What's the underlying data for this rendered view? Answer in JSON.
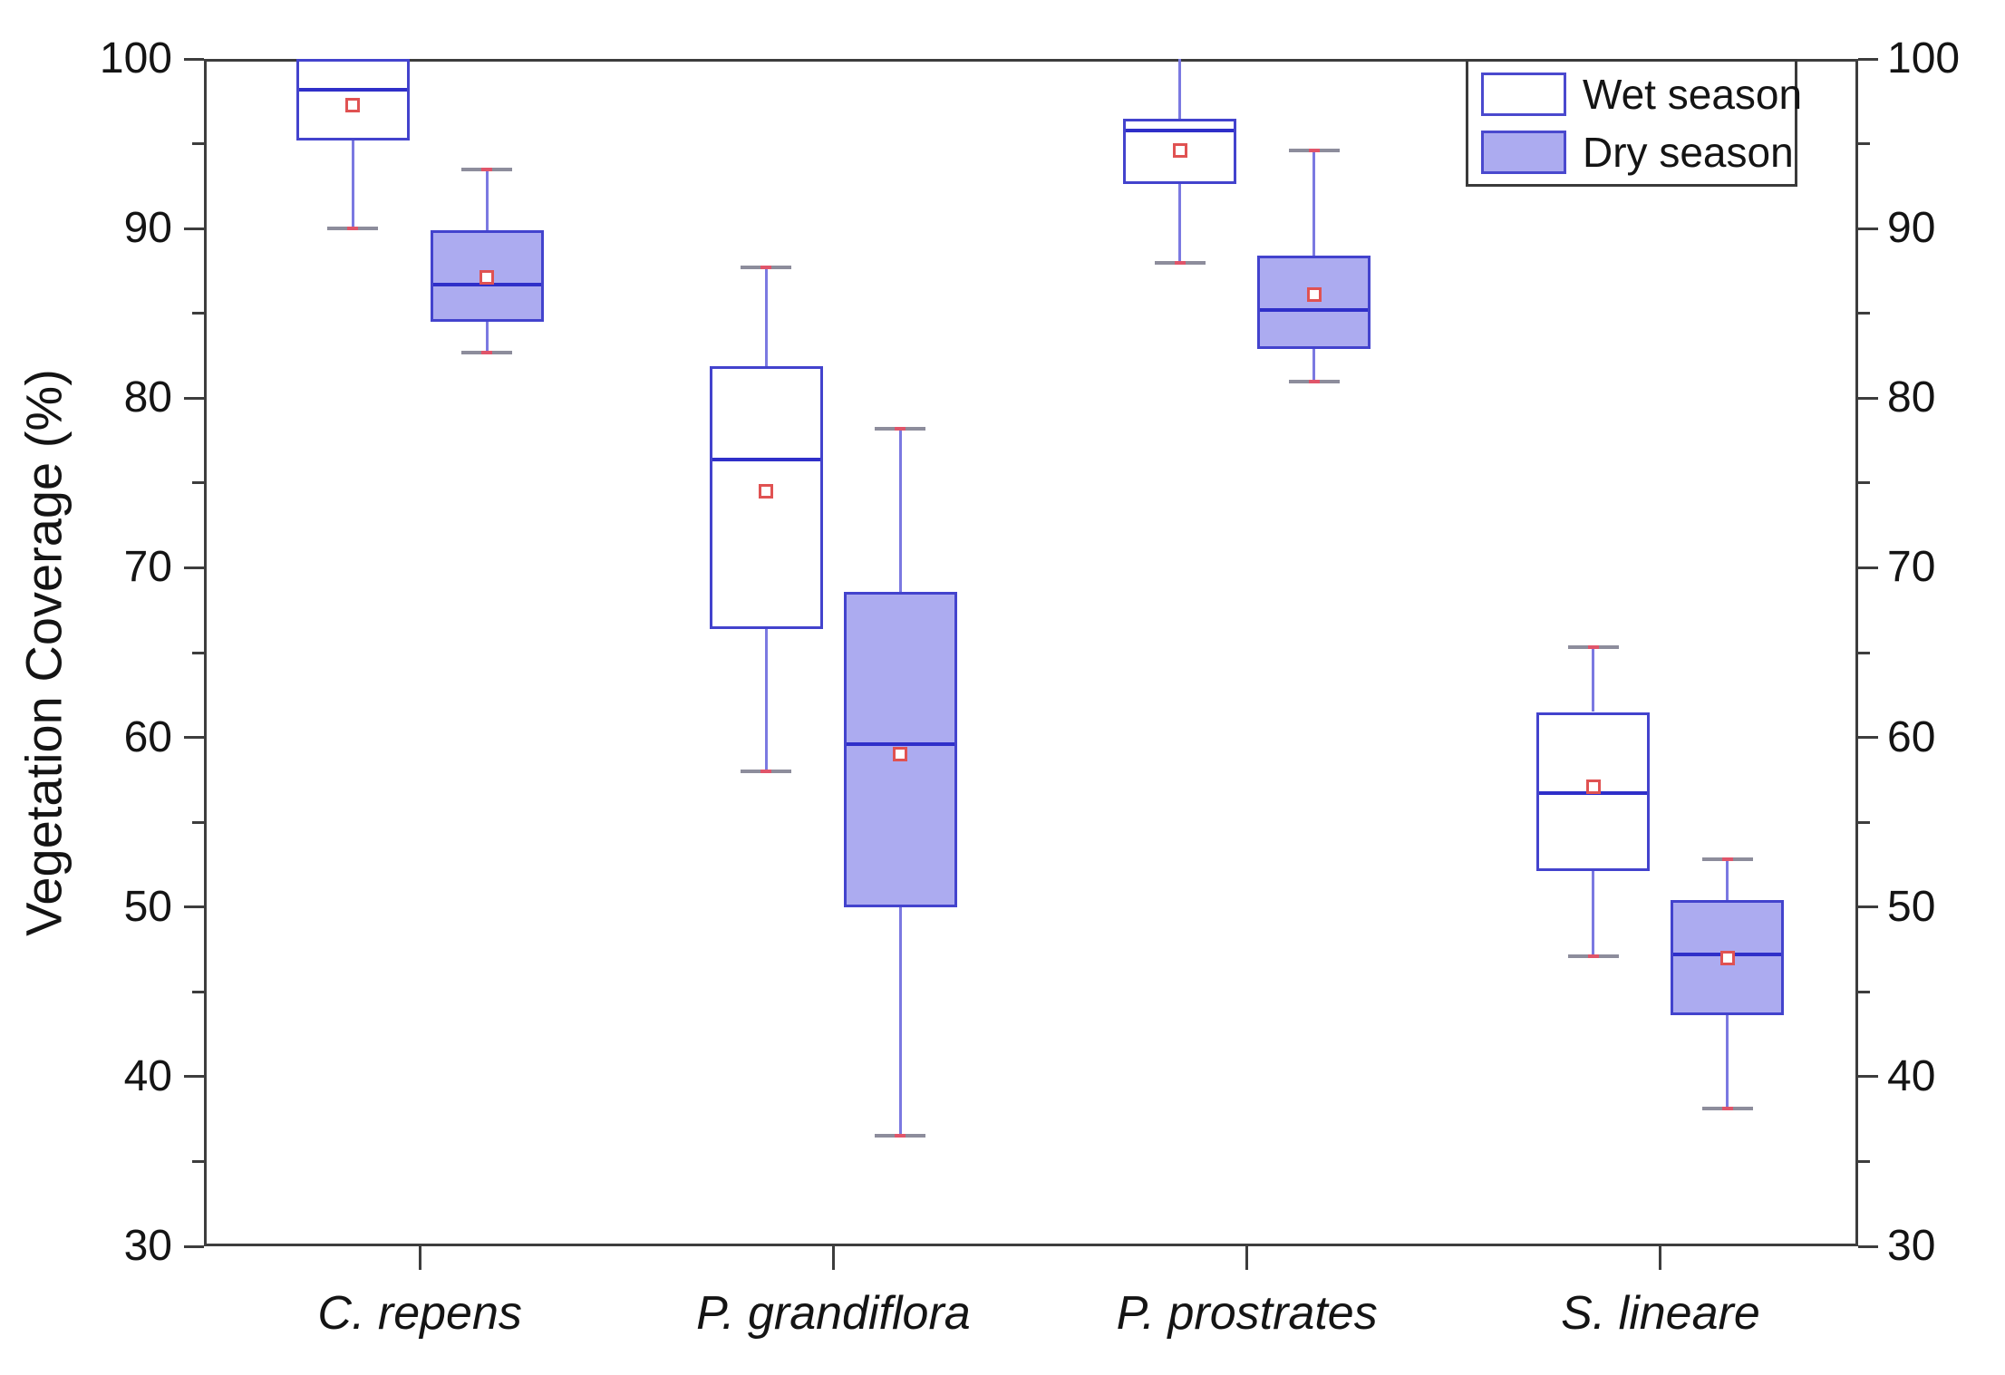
{
  "chart_data": {
    "type": "box",
    "title": "",
    "ylabel": "Vegetation Coverage (%)",
    "xlabel": "",
    "ylim": [
      30,
      100
    ],
    "y_major_step": 10,
    "y_minor_step": 5,
    "y_tick_labels": [
      100,
      90,
      80,
      70,
      60,
      50,
      40,
      30
    ],
    "grid": "off",
    "axis_mirrored_right": true,
    "categories": [
      "C. repens",
      "P. grandiflora",
      "P. prostrates",
      "S. lineare"
    ],
    "series": [
      {
        "name": "Wet season",
        "fill": "#ffffff",
        "boxes": [
          {
            "whisker_low": 90.0,
            "q1": 95.2,
            "median": 98.2,
            "q3": 100.0,
            "whisker_high": 100.0,
            "mean": 97.3
          },
          {
            "whisker_low": 58.0,
            "q1": 66.4,
            "median": 76.4,
            "q3": 81.9,
            "whisker_high": 87.7,
            "mean": 74.5
          },
          {
            "whisker_low": 88.0,
            "q1": 92.6,
            "median": 95.8,
            "q3": 96.5,
            "whisker_high": 100.0,
            "mean": 94.6
          },
          {
            "whisker_low": 47.1,
            "q1": 52.1,
            "median": 56.7,
            "q3": 61.5,
            "whisker_high": 65.3,
            "mean": 57.1
          }
        ]
      },
      {
        "name": "Dry season",
        "fill": "#acabf0",
        "boxes": [
          {
            "whisker_low": 82.7,
            "q1": 84.5,
            "median": 86.7,
            "q3": 89.9,
            "whisker_high": 93.5,
            "mean": 87.1
          },
          {
            "whisker_low": 36.5,
            "q1": 50.0,
            "median": 59.6,
            "q3": 68.6,
            "whisker_high": 78.2,
            "mean": 59.0
          },
          {
            "whisker_low": 81.0,
            "q1": 82.9,
            "median": 85.2,
            "q3": 88.4,
            "whisker_high": 94.6,
            "mean": 86.1
          },
          {
            "whisker_low": 38.1,
            "q1": 43.6,
            "median": 47.2,
            "q3": 50.4,
            "whisker_high": 52.8,
            "mean": 47.0
          }
        ]
      }
    ],
    "legend": {
      "position": "top-right",
      "entries": [
        "Wet season",
        "Dry season"
      ]
    },
    "colors": {
      "box_border": "#4343cd",
      "median_line": "#2f2fc9",
      "dry_fill": "#acabf0",
      "wet_fill": "#ffffff",
      "whisker_line": "#7b79e1",
      "whisker_cap": "#8d8d9c",
      "whisker_cap_mark": "#e0556a",
      "mean_marker": "#e05252",
      "axis": "#3d3d3d",
      "text": "#141414"
    }
  }
}
